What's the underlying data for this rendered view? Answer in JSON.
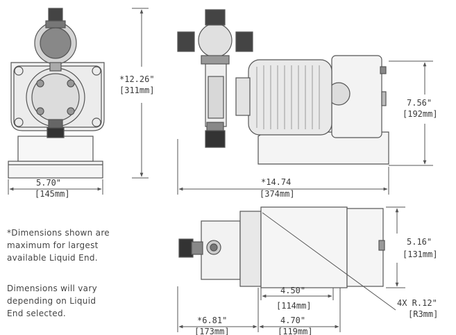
{
  "dimensions": {
    "height_in": "*12.26\"",
    "height_mm": "[311mm]",
    "front_width_in": "5.70\"",
    "front_width_mm": "[145mm]",
    "side_height_in": "7.56\"",
    "side_height_mm": "[192mm]",
    "overall_length_in": "*14.74",
    "overall_length_mm": "[374mm]",
    "base_depth_in": "5.16\"",
    "base_depth_mm": "[131mm]",
    "bolt_spacing_in": "4.50\"",
    "bolt_spacing_mm": "[114mm]",
    "liquid_end_in": "*6.81\"",
    "liquid_end_mm": "[173mm]",
    "base_length_in": "4.70\"",
    "base_length_mm": "[119mm]",
    "radius_label": "4X R.12\"",
    "radius_mm": "[R3mm]"
  },
  "notes": {
    "note1": [
      "*Dimensions shown are",
      "maximum for largest",
      "available Liquid End."
    ],
    "note2": [
      "Dimensions will vary",
      "depending on Liquid",
      "End selected."
    ]
  }
}
